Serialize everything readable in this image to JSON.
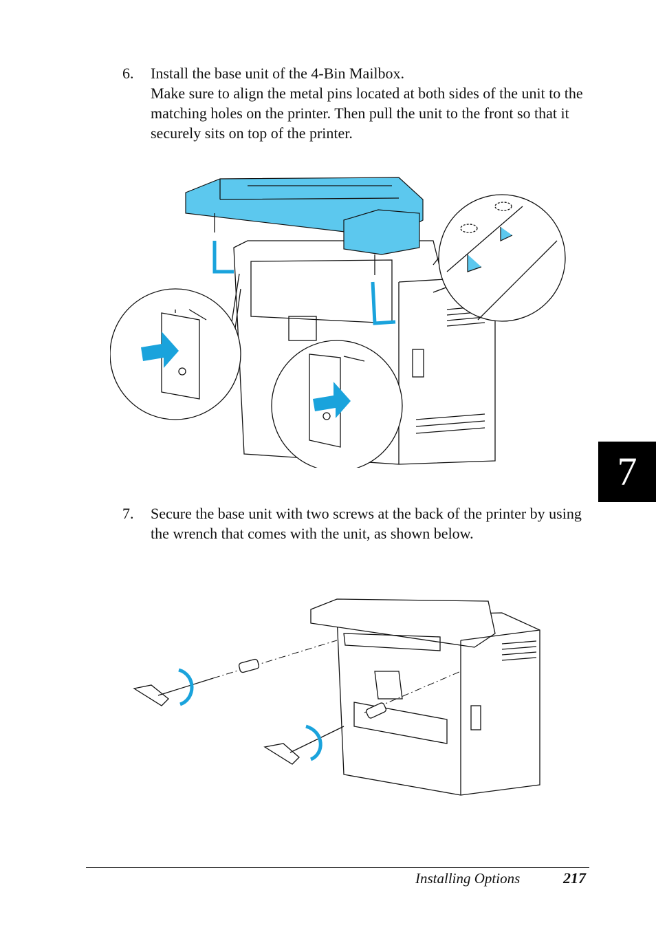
{
  "steps": [
    {
      "number": "6.",
      "title": "Install the base unit of the 4-Bin Mailbox.",
      "text": "Make sure to align the metal pins located at both sides of the unit to the matching holes on the printer. Then pull the unit to the front so that it securely sits on top of the printer."
    },
    {
      "number": "7.",
      "title": "",
      "text": "Secure the base unit with two screws at the back of the printer by using the wrench that comes with the unit, as shown below."
    }
  ],
  "chapter_tab": "7",
  "footer": {
    "section": "Installing Options",
    "page": "217"
  },
  "colors": {
    "accent": "#5cc8ee",
    "arrow": "#1aa3dc",
    "tab": "#000000"
  }
}
